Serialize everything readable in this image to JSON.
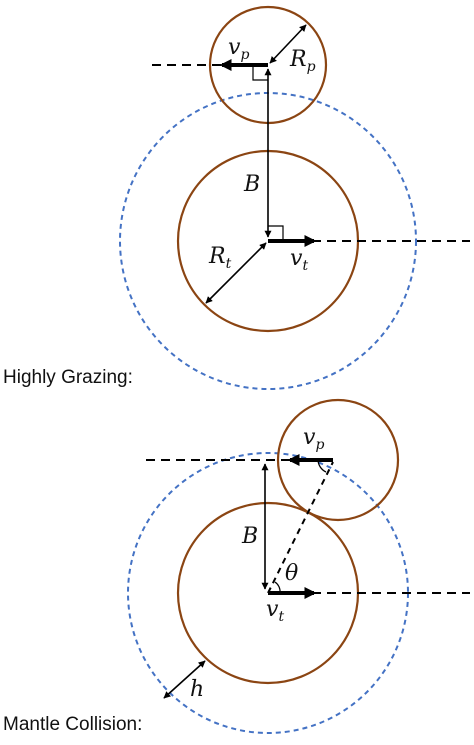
{
  "diagrams": [
    {
      "caption": "Highly Grazing:",
      "labels": {
        "vp": "v",
        "vp_sub": "p",
        "Rp": "R",
        "Rp_sub": "p",
        "B": "B",
        "Rt": "R",
        "Rt_sub": "t",
        "vt": "v",
        "vt_sub": "t"
      }
    },
    {
      "caption": "Mantle Collision:",
      "labels": {
        "vp": "v",
        "vp_sub": "p",
        "B": "B",
        "theta": "θ",
        "vt": "v",
        "vt_sub": "t",
        "h": "h"
      }
    }
  ],
  "colors": {
    "body_outline": "#8B4513",
    "dashed_circle": "#4472C4",
    "lines": "#000000"
  }
}
